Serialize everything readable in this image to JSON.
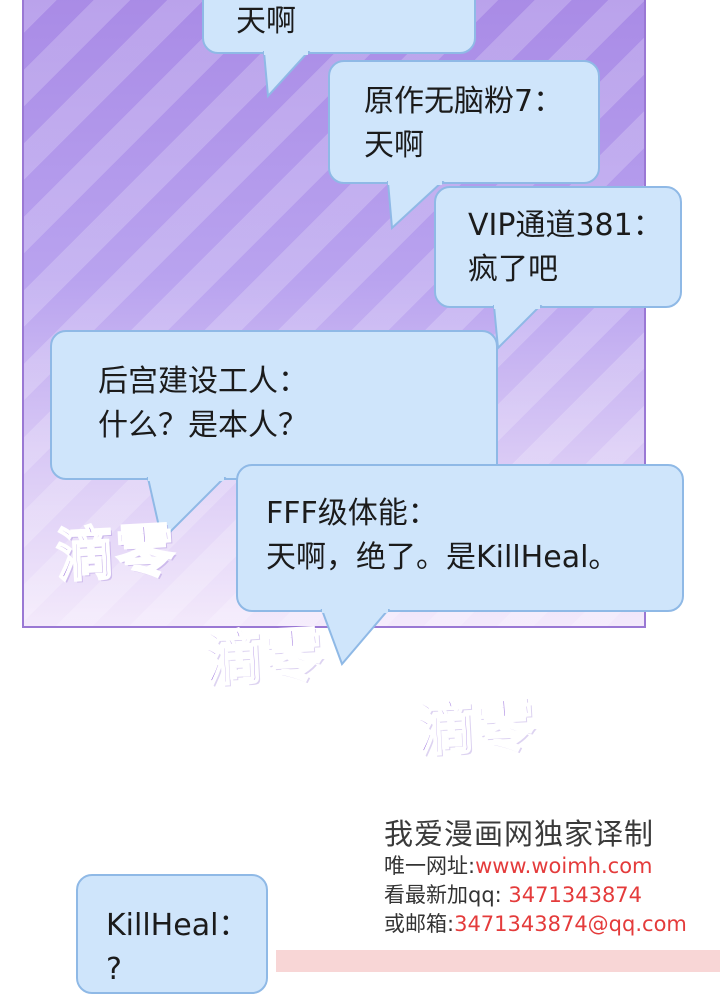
{
  "bubbles": [
    {
      "id": "b1",
      "lines": [
        "天啊"
      ]
    },
    {
      "id": "b2",
      "lines": [
        "原作无脑粉7：",
        "天啊"
      ]
    },
    {
      "id": "b3",
      "lines": [
        "VIP通道381：",
        "疯了吧"
      ]
    },
    {
      "id": "b4",
      "lines": [
        "后宫建设工人：",
        "什么？是本人？"
      ]
    },
    {
      "id": "b5",
      "lines": [
        "FFF级体能：",
        "天啊，绝了。是KillHeal。"
      ]
    },
    {
      "id": "b6",
      "lines": [
        "KillHeal：",
        "?"
      ]
    }
  ],
  "watermarks": [
    "滴零",
    "滴零",
    "滴零"
  ],
  "credit": {
    "title": "我爱漫画网独家译制",
    "site_label": "唯一网址:",
    "site_value": "www.woimh.com",
    "qq_label": "看最新加qq: ",
    "qq_value": "3471343874",
    "mail_label": "或邮箱:",
    "mail_value": "3471343874@qq.com"
  },
  "colors": {
    "panel_top": "#a98be6",
    "panel_bottom": "#f3e9fb",
    "bubble_fill": "#cfe5fb",
    "bubble_border": "#8fb9e6",
    "watermark": "#8a5ad8",
    "link_red": "#e43b3b"
  }
}
